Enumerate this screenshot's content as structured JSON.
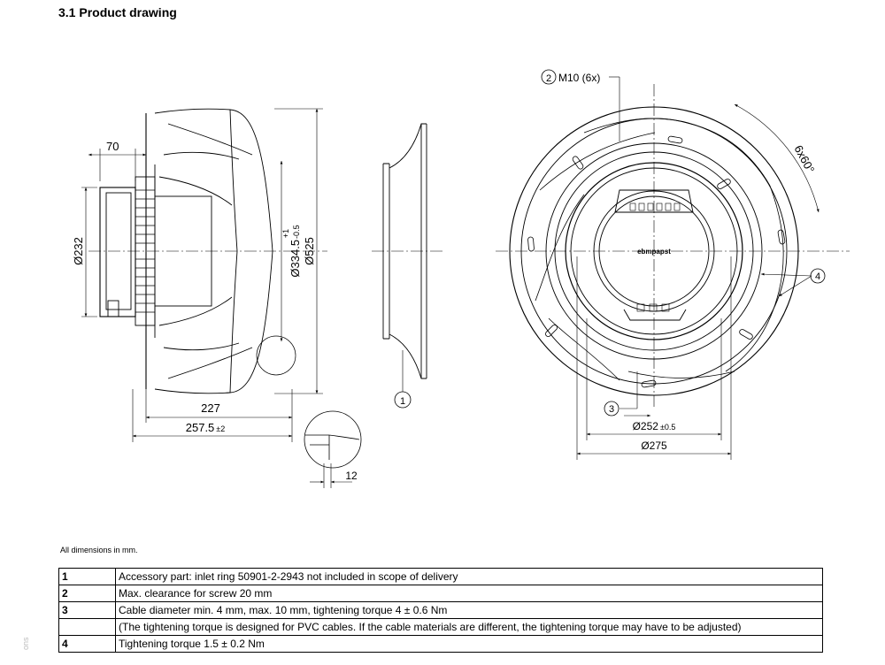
{
  "title": "3.1 Product drawing",
  "side_view": {
    "dim_width_top": "70",
    "dim_hub_dia": "Ø232",
    "dim_inner_dia_main": "Ø334.5",
    "dim_inner_dia_tol_upper": "+1",
    "dim_inner_dia_tol_lower": "-0.5",
    "dim_outer_dia": "Ø525",
    "dim_width_1": "227",
    "dim_width_2_main": "257.5",
    "dim_width_2_tol": "±2",
    "detail_dim": "12",
    "callout_1": "1"
  },
  "front_view": {
    "callout_2": "2",
    "callout_2_text": "M10 (6x)",
    "angle_label": "6x60°",
    "callout_4": "4",
    "callout_3": "3",
    "dim_bolt_circle_main": "Ø252",
    "dim_bolt_circle_tol": "±0.5",
    "dim_mount_dia": "Ø275",
    "brand_label": "ebmpapst"
  },
  "note": "All dimensions in mm.",
  "sidebar_text": "ons",
  "legend": [
    {
      "num": "1",
      "text": "Accessory part: inlet ring 50901-2-2943 not included in scope of delivery"
    },
    {
      "num": "2",
      "text": "Max. clearance for screw 20 mm"
    },
    {
      "num": "3",
      "text": "Cable diameter min. 4 mm, max. 10 mm, tightening torque 4 ± 0.6 Nm"
    },
    {
      "num": "",
      "text": "(The tightening torque is designed for PVC cables. If the cable materials are different, the tightening torque may have to be adjusted)"
    },
    {
      "num": "4",
      "text": "Tightening torque 1.5 ± 0.2 Nm"
    }
  ]
}
